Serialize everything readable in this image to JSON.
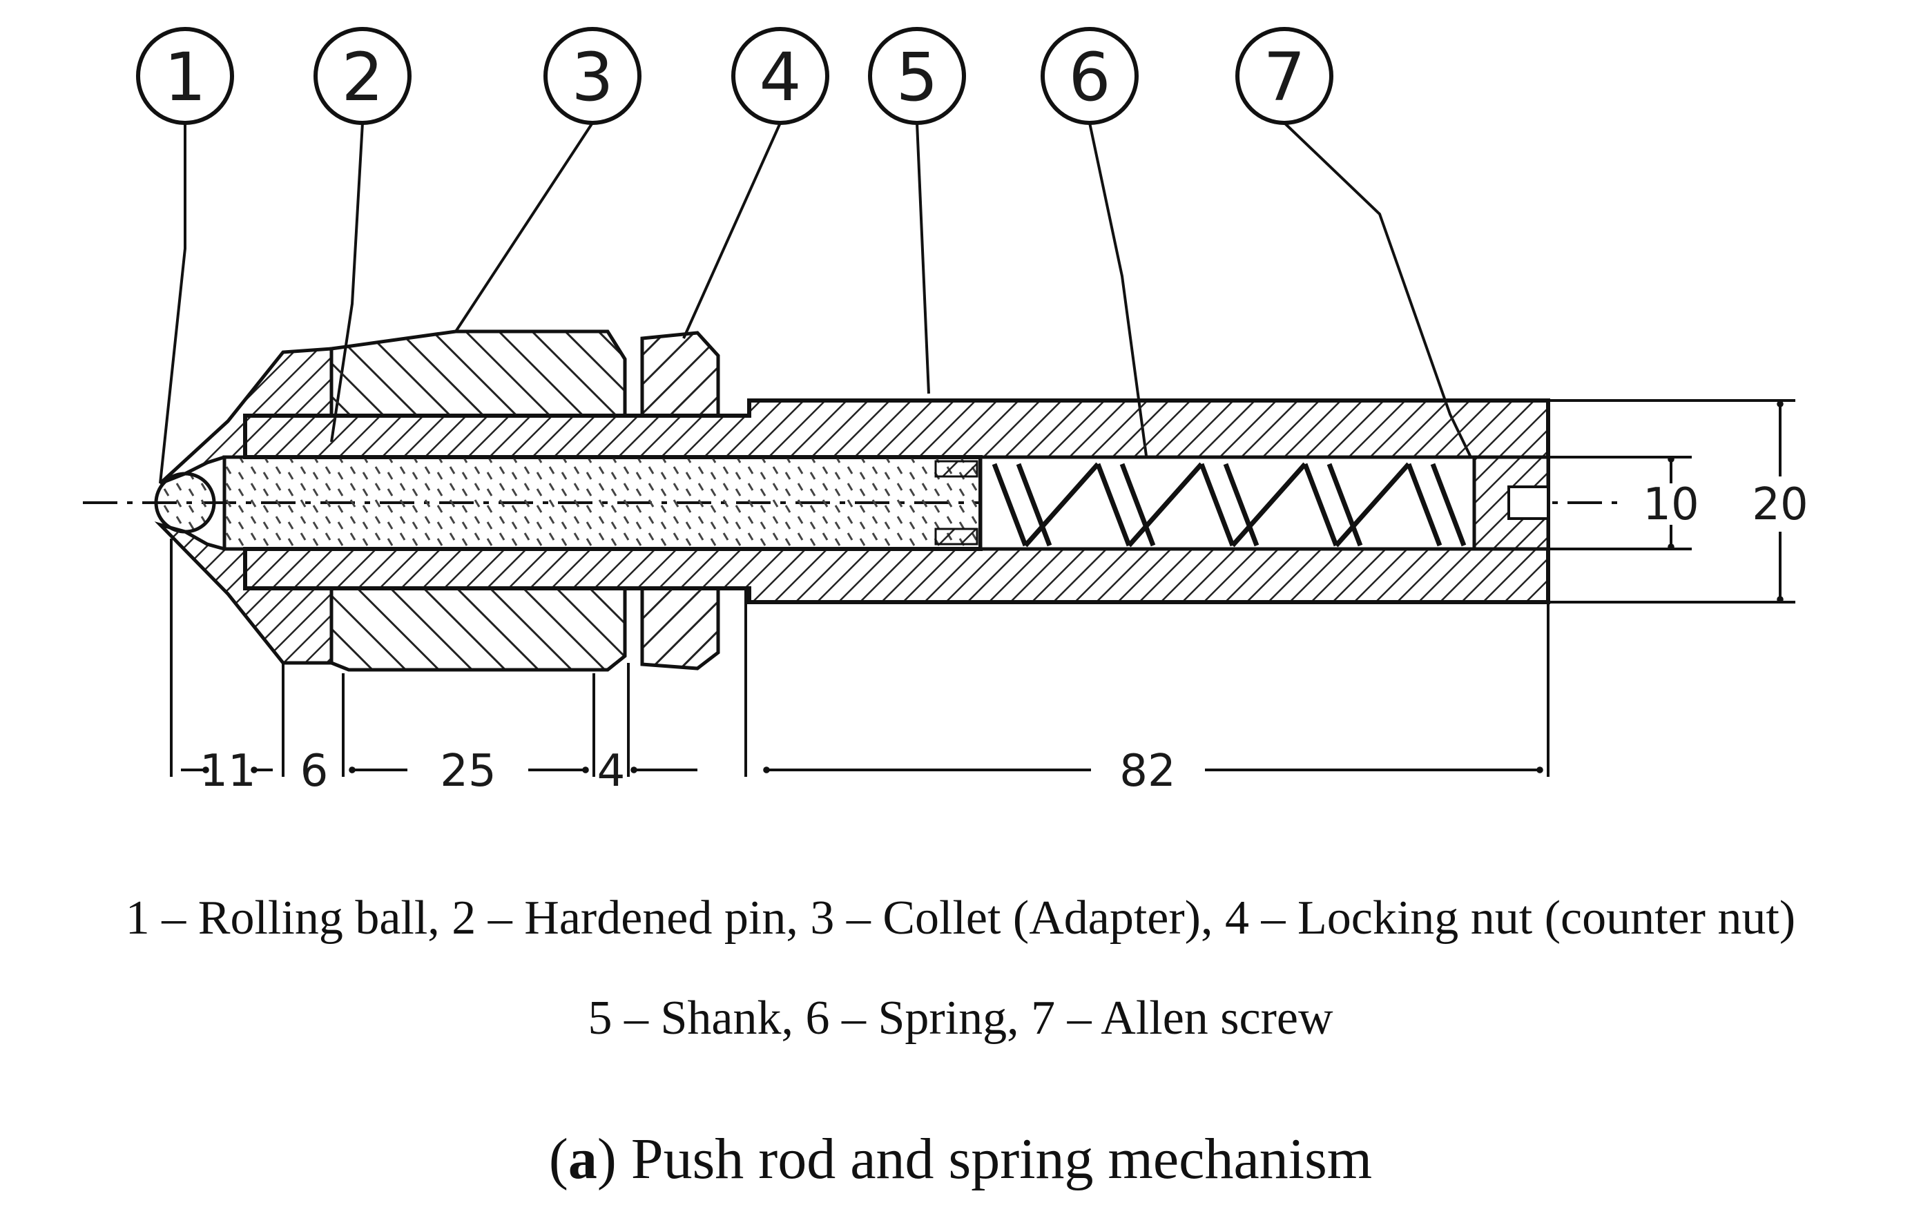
{
  "callouts": [
    "1",
    "2",
    "3",
    "4",
    "5",
    "6",
    "7"
  ],
  "dimensions": {
    "ball": "11",
    "collet_chamfer": "6",
    "collet": "25",
    "gap": "4",
    "shank_length": "82",
    "bore": "10",
    "outer": "20"
  },
  "legend": {
    "line1": "1 – Rolling ball, 2 – Hardened pin, 3 – Collet (Adapter), 4 – Locking nut (counter nut)",
    "line2": "5 – Shank, 6 – Spring, 7 – Allen screw"
  },
  "caption": {
    "label": "a",
    "text": " Push rod and spring mechanism"
  }
}
